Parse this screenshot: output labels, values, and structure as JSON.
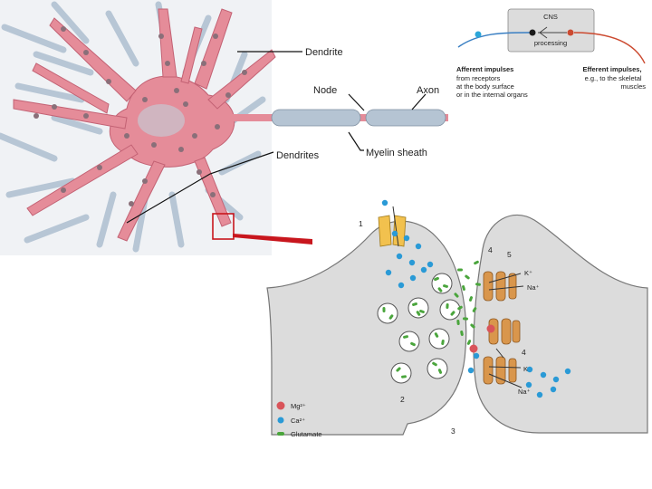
{
  "neuron": {
    "labels": {
      "dendrite": "Dendrite",
      "node": "Node",
      "axon": "Axon",
      "myelin": "Myelin sheath",
      "dendrites": "Dendrites"
    }
  },
  "cns": {
    "title": "CNS",
    "processing": "processing",
    "afferent": [
      "Afferent impulses",
      "from receptors",
      "at the body surface",
      "or in the internal organs"
    ],
    "efferent": [
      "Efferent impulses,",
      "e.g., to the skeletal",
      "muscles"
    ]
  },
  "synapse": {
    "numbers": [
      "1",
      "2",
      "3",
      "4",
      "5",
      "4"
    ],
    "ion_labels": {
      "k1": "K⁺",
      "na1": "Na⁺",
      "k2": "K⁺",
      "na2": "Na⁺"
    },
    "legend": [
      {
        "label": "Mg²⁺",
        "color": "#d9545a"
      },
      {
        "label": "Ca²⁺",
        "color": "#2a9ad6"
      },
      {
        "label": "Glutamate",
        "color": "#4aa53c"
      }
    ]
  },
  "colors": {
    "neuron_pink": "#e58c99",
    "dark_pink": "#c36274",
    "myelin": "#b5c4d3",
    "synapse_gray": "#dcdcdc",
    "receptor_orange": "#d9964c",
    "ca_blue": "#2a9ad6",
    "glutamate_green": "#4aa53c",
    "mg_red": "#d9545a",
    "afferent_blue": "#3a7fc3",
    "efferent_red": "#cc4a30",
    "highlight_red": "#c8161d"
  }
}
